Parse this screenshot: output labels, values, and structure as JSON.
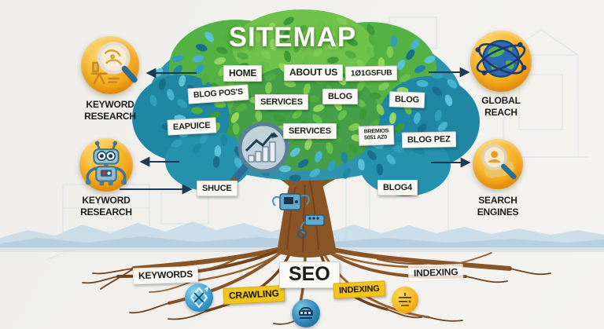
{
  "title": "SITEMAP",
  "colors": {
    "background": "#f1f0ec",
    "label_bg": "#fafaf7",
    "yellow_label_bg": "#f2c41d",
    "badge_orange": "#f2a013",
    "arrow": "#1e3a52",
    "canopy_green": "#4fae3d",
    "canopy_teal": "#1f87a3",
    "trunk_brown": "#8a5526",
    "mountain_blue": "#c4dbe8"
  },
  "branch_labels": [
    {
      "text": "HOME"
    },
    {
      "text": "ABOUT US"
    },
    {
      "text": "1Ø1GSFUB"
    },
    {
      "text": "BLOG POS'S"
    },
    {
      "text": "SERVICES"
    },
    {
      "text": "BLOG"
    },
    {
      "text": "BLOG"
    },
    {
      "text": "EAPUICE"
    },
    {
      "text": "SERVICES"
    },
    {
      "line1": "BREMIOS",
      "line2": "5051 AZ0"
    },
    {
      "text": "BLOG PEZ"
    },
    {
      "text": "SHUCE"
    },
    {
      "text": "BLOG4"
    }
  ],
  "side_nodes": {
    "keyword_research_top": {
      "icon": "magnifier-tools-icon",
      "line1": "KEYWORD",
      "line2": "RESEARCH"
    },
    "keyword_research_bottom": {
      "icon": "robot-icon",
      "line1": "KEYWORD",
      "line2": "RESEARCH"
    },
    "global_reach": {
      "icon": "globe-network-icon",
      "line1": "GLOBAL",
      "line2": "REACH"
    },
    "search_engines": {
      "icon": "magnifier-person-icon",
      "line1": "SEARCH",
      "line2": "ENGINES"
    }
  },
  "root_labels": {
    "keywords": "KEYWORDS",
    "crawling": "CRAWLING",
    "seo": "SEO",
    "indexing_plain": "INDEXING",
    "indexing_badge": "INDEXING"
  },
  "tree_icons": {
    "analytics_magnifier": "analytics-magnifier-icon",
    "trunk_gadgets": "circuit-gadget-icon",
    "root_node_blue": "compass-node-icon",
    "root_node_machine": "crawler-machine-icon",
    "root_node_yellow": "index-lines-icon"
  }
}
